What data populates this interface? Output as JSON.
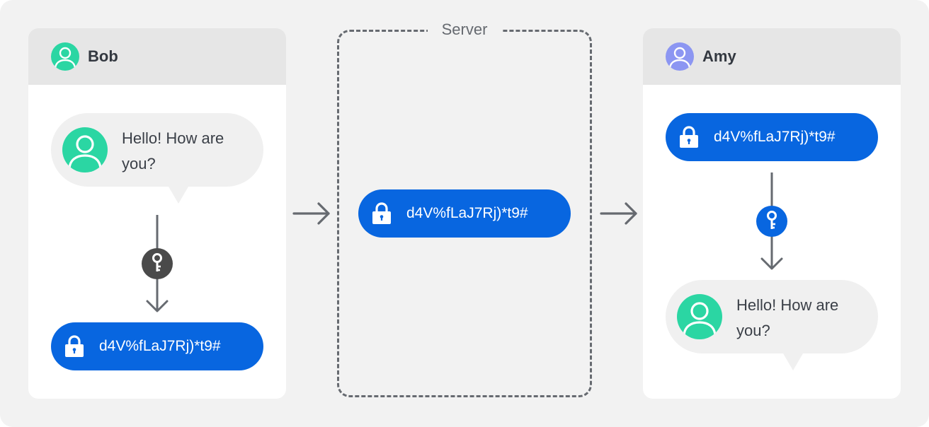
{
  "colors": {
    "background": "#f2f2f2",
    "panel_header": "#e6e6e6",
    "encrypted_pill": "#0866e0",
    "bob_avatar": "#2bd6a3",
    "amy_avatar": "#8c96f2",
    "key_bob": "#4a4a4a",
    "key_amy": "#0866e0",
    "arrow": "#666a70"
  },
  "bob": {
    "name": "Bob",
    "avatar_icon": "user-avatar-icon",
    "message": "Hello! How are you?",
    "encrypted_text": "d4V%fLaJ7Rj)*t9#"
  },
  "server": {
    "label": "Server",
    "encrypted_text": "d4V%fLaJ7Rj)*t9#"
  },
  "amy": {
    "name": "Amy",
    "avatar_icon": "user-avatar-icon",
    "encrypted_text": "d4V%fLaJ7Rj)*t9#",
    "message": "Hello! How are you?"
  },
  "icons": {
    "lock": "lock-icon",
    "key": "key-icon",
    "arrow_right": "arrow-right-icon",
    "arrow_down": "arrow-down-icon"
  }
}
